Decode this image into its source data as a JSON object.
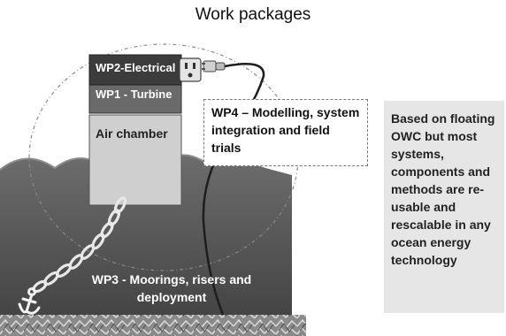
{
  "title": "Work packages",
  "labels": {
    "wp2": "WP2-Electrical",
    "wp1": "WP1 - Turbine",
    "air_chamber": "Air chamber",
    "wp4": "WP4 – Modelling, system integration and field trials",
    "wp3": "WP3 - Moorings, risers and deployment"
  },
  "side_note": "Based on floating OWC but most systems, components and methods are re-usable and rescalable in any ocean energy technology",
  "icons": [
    "power-socket-icon",
    "power-plug-icon",
    "anchor-icon",
    "chain-icon"
  ]
}
